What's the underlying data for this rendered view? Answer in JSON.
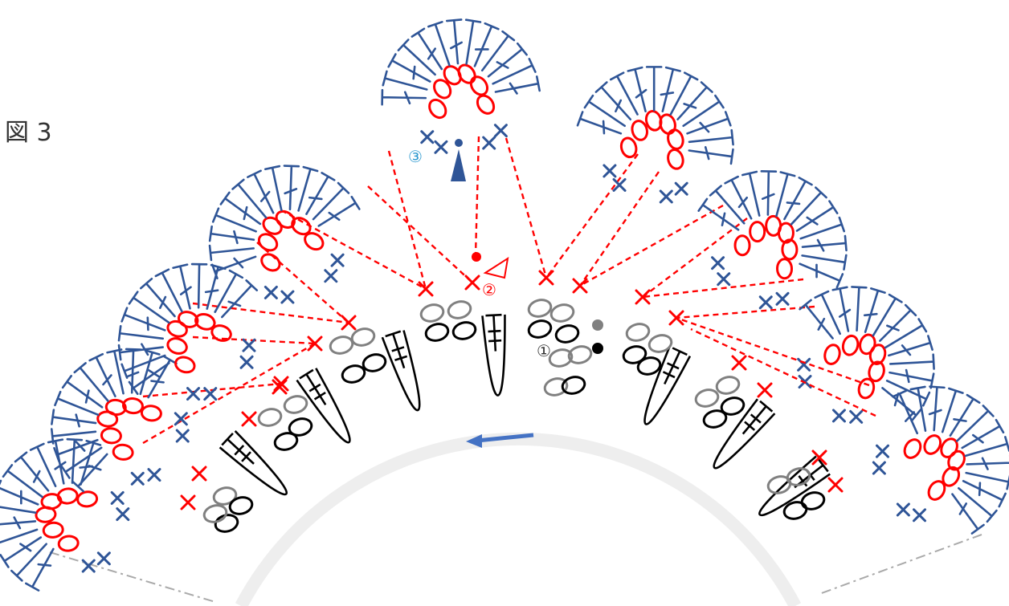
{
  "figure_label": "図 3",
  "markers": {
    "m1": "①",
    "m2": "②",
    "m3": "③"
  },
  "colors": {
    "black": "#000000",
    "gray": "#808080",
    "red": "#ff0000",
    "blue": "#2f5597",
    "guide": "#eeeeee",
    "dash_gray": "#aaaaaa",
    "arrow": "#4472c4",
    "marker3": "#2e9ad0"
  },
  "symbols": [
    "chain-stitch",
    "single-crochet",
    "double-crochet",
    "treble-crochet",
    "slip-stitch",
    "attach-yarn-marker",
    "fasten-off-marker",
    "direction-arrow"
  ]
}
